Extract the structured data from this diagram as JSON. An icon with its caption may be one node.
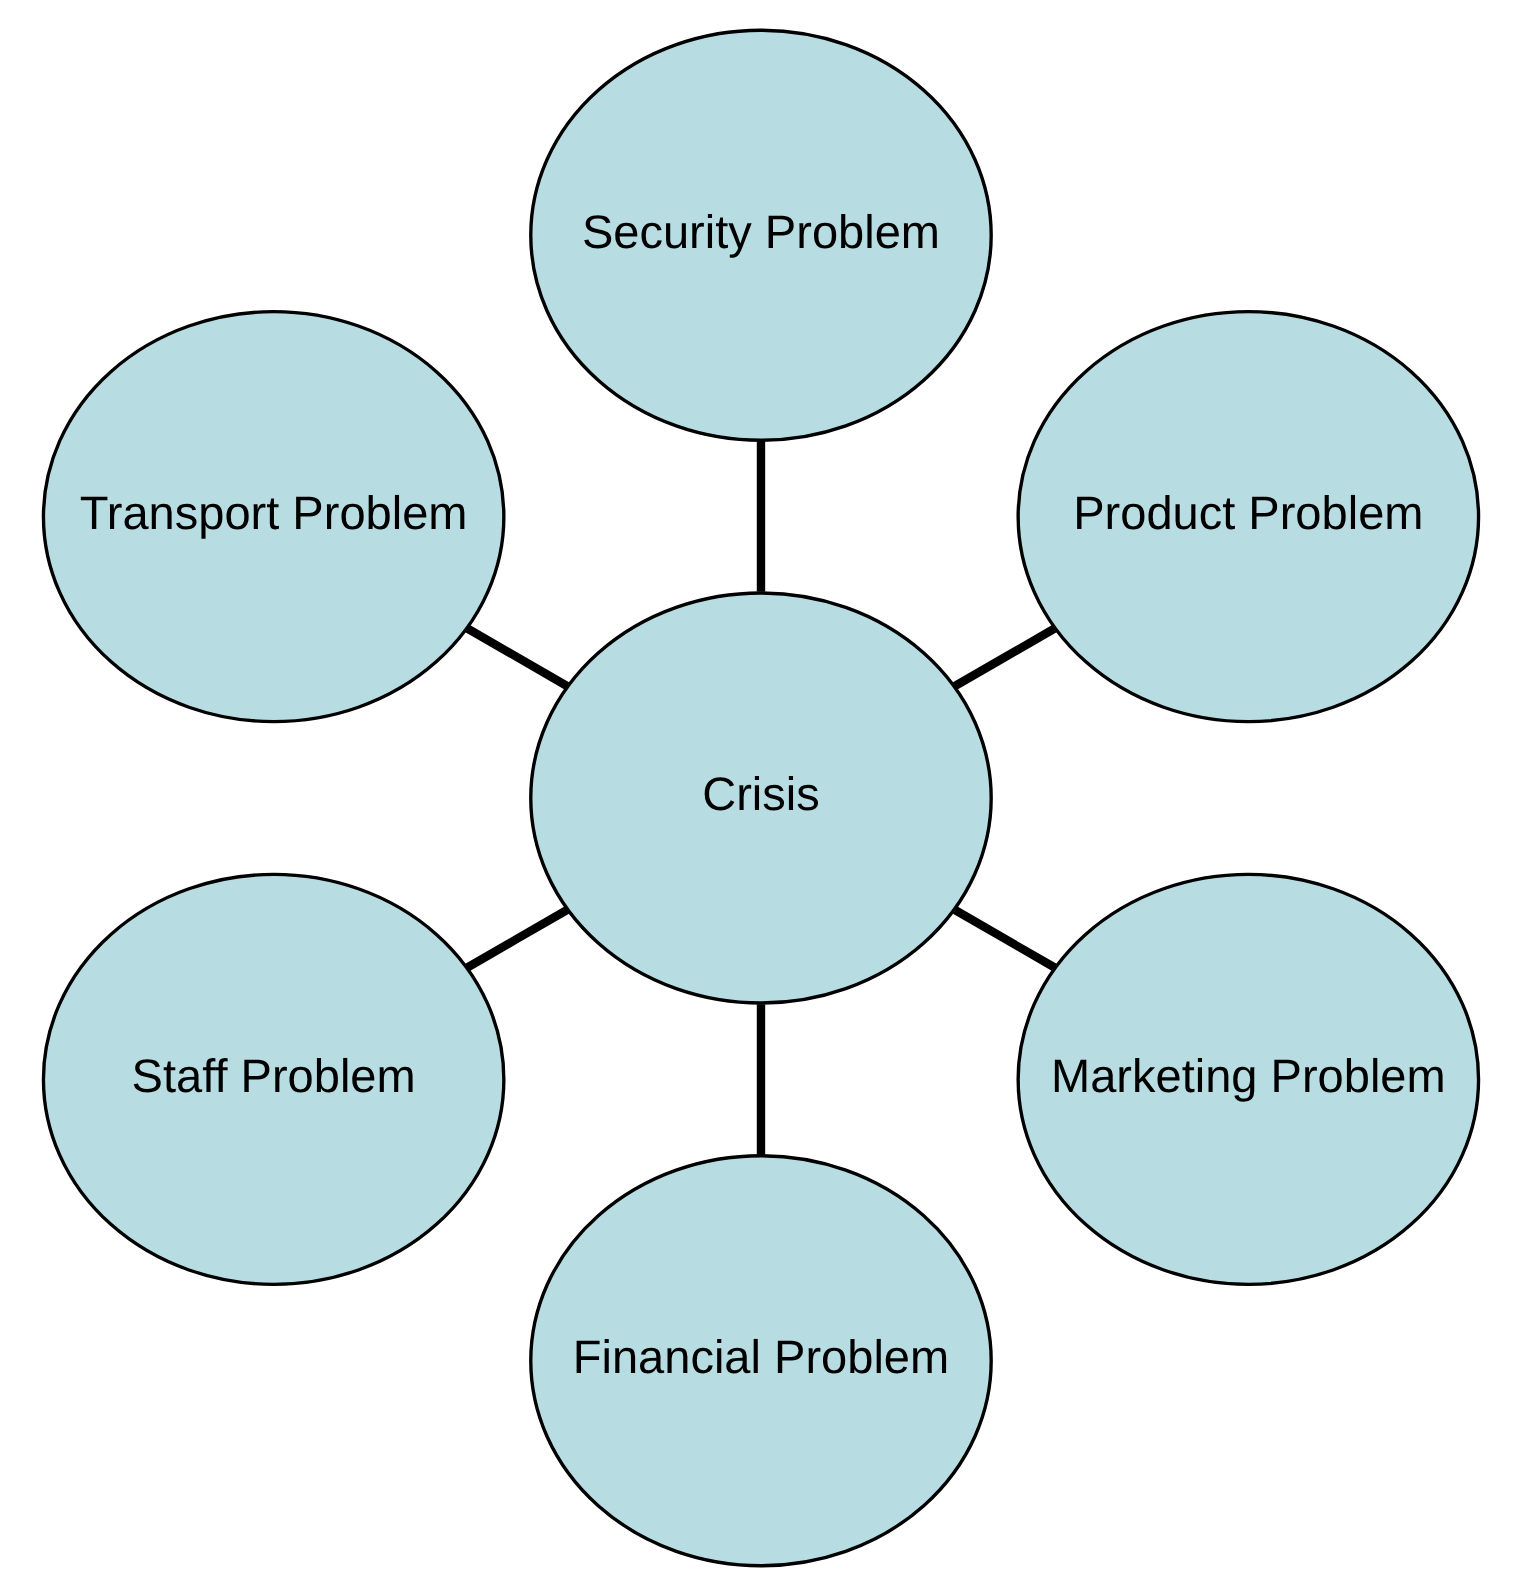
{
  "diagram": {
    "nodes": [
      {
        "text": [
          "Product Problem"
        ]
      },
      {
        "text": [
          "Security Problem"
        ]
      },
      {
        "text": [
          "Transport Problem"
        ]
      },
      {
        "text": [
          "Crisis"
        ]
      },
      {
        "text": [
          "Staff Problem"
        ]
      },
      {
        "text": [
          "Financial Problem"
        ]
      },
      {
        "text": [
          "Marketing Problem"
        ]
      }
    ],
    "edges": [
      {
        "from": 3,
        "to": 0,
        "arrow": "none"
      },
      {
        "from": 3,
        "to": 1,
        "arrow": "none"
      },
      {
        "from": 3,
        "to": 2,
        "arrow": "none"
      },
      {
        "from": 3,
        "to": 4,
        "arrow": "none"
      },
      {
        "from": 3,
        "to": 5,
        "arrow": "none"
      },
      {
        "from": 3,
        "to": 6,
        "arrow": "none"
      }
    ]
  }
}
